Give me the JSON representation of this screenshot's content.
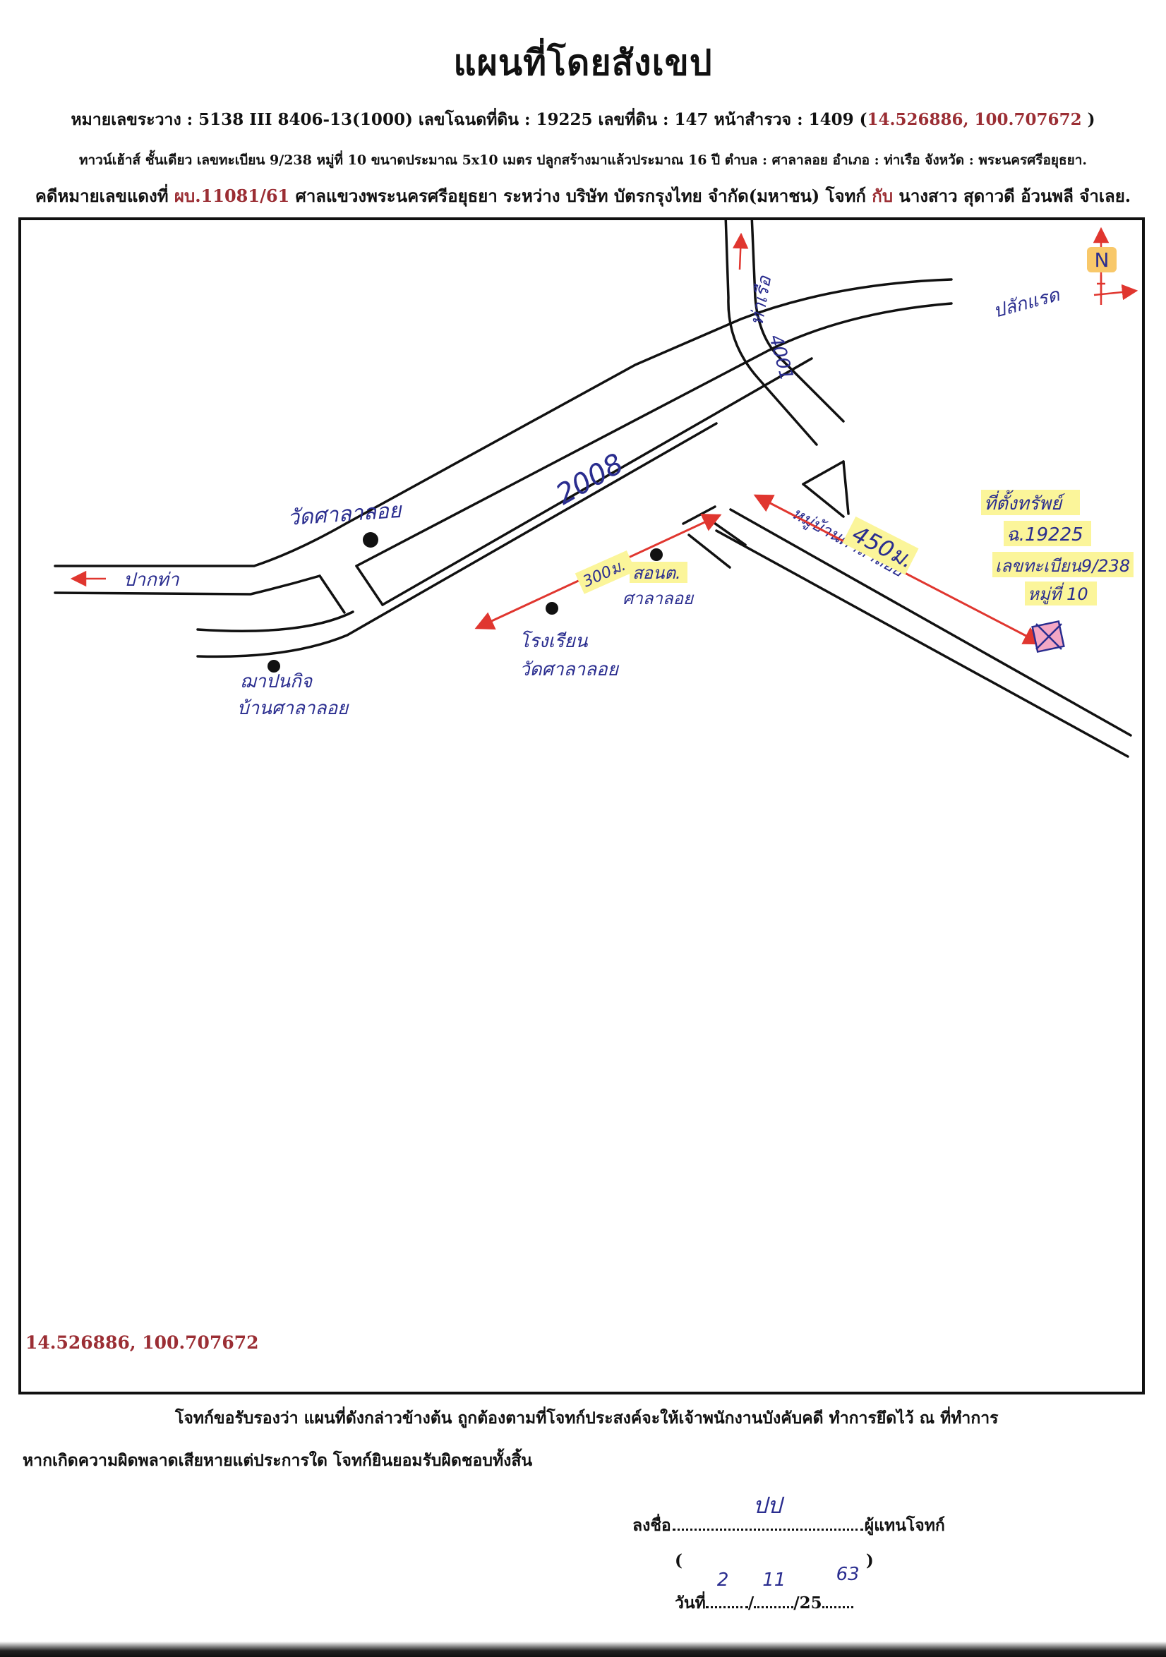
{
  "header": {
    "title": "แผนที่โดยสังเขป",
    "line1_prefix": "หมายเลขระวาง : 5138 III 8406-13(1000) เลขโฉนดที่ดิน : 19225 เลขที่ดิน : 147 หน้าสำรวจ : 1409 (",
    "line1_coords": "14.526886, 100.707672",
    "line1_suffix": ")",
    "line2": "ทาวน์เฮ้าส์ ชั้นเดียว เลขทะเบียน 9/238 หมู่ที่ 10 ขนาดประมาณ 5x10 เมตร ปลูกสร้างมาแล้วประมาณ 16 ปี ตำบล : ศาลาลอย อำเภอ : ท่าเรือ จังหวัด : พระนครศรีอยุธยา.",
    "line3_prefix": "คดีหมายเลขแดงที่",
    "line3_case": "ผบ.11081/61",
    "line3_mid": "ศาลแขวงพระนครศรีอยุธยา ระหว่าง บริษัท บัตรกรุงไทย จำกัด(มหาชน) โจทก์",
    "line3_with": "กับ",
    "line3_suffix": "นางสาว สุดาวดี อ้วนพลี จำเลย."
  },
  "map": {
    "north_label": "N",
    "road_number_2008": "2008",
    "road_number_4001": "4001",
    "dest_top": "ท่าเรือ",
    "dest_right": "ปลักแรด",
    "dest_left": "ปากท่า",
    "road_soi": "หมู่บ้านศาลาลอย",
    "landmarks": {
      "temple": "วัดศาลาลอย",
      "health_center_1": "สอนต.",
      "health_center_2": "ศาลาลอย",
      "school_1": "โรงเรียน",
      "school_2": "วัดศาลาลอย",
      "village_1": "ฌาปนกิจ",
      "village_2": "บ้านศาลาลอย"
    },
    "distance_long": "450ม.",
    "distance_short": "300ม.",
    "property": {
      "line1": "ที่ตั้งทรัพย์",
      "line2": "ฉ.19225",
      "line3": "เลขทะเบียน9/238",
      "line4": "หมู่ที่ 10"
    },
    "coords": "14.526886, 100.707672",
    "colors": {
      "arrow": "#e0362f",
      "ink": "#2a2d8f",
      "highlight": "#fbf59a",
      "marker": "#f4a7c4"
    }
  },
  "footer": {
    "line1": "โจทก์ขอรับรองว่า แผนที่ดังกล่าวข้างต้น ถูกต้องตามที่โจทก์ประสงค์จะให้เจ้าพนักงานบังคับคดี ทำการยึดไว้ ณ ที่ทำการ",
    "line2": "หากเกิดความผิดพลาดเสียหายแต่ประการใด โจทก์ยินยอมรับผิดชอบทั้งสิ้น",
    "sign_prefix": "ลงชื่อ",
    "sign_mark": "ปป",
    "sign_suffix": "ผู้แทนโจทก์",
    "paren_open": "(",
    "paren_close": ")",
    "date_prefix": "วันที่",
    "day": "2",
    "month": "11",
    "year_prefix": "25",
    "year_suffix": "63"
  }
}
